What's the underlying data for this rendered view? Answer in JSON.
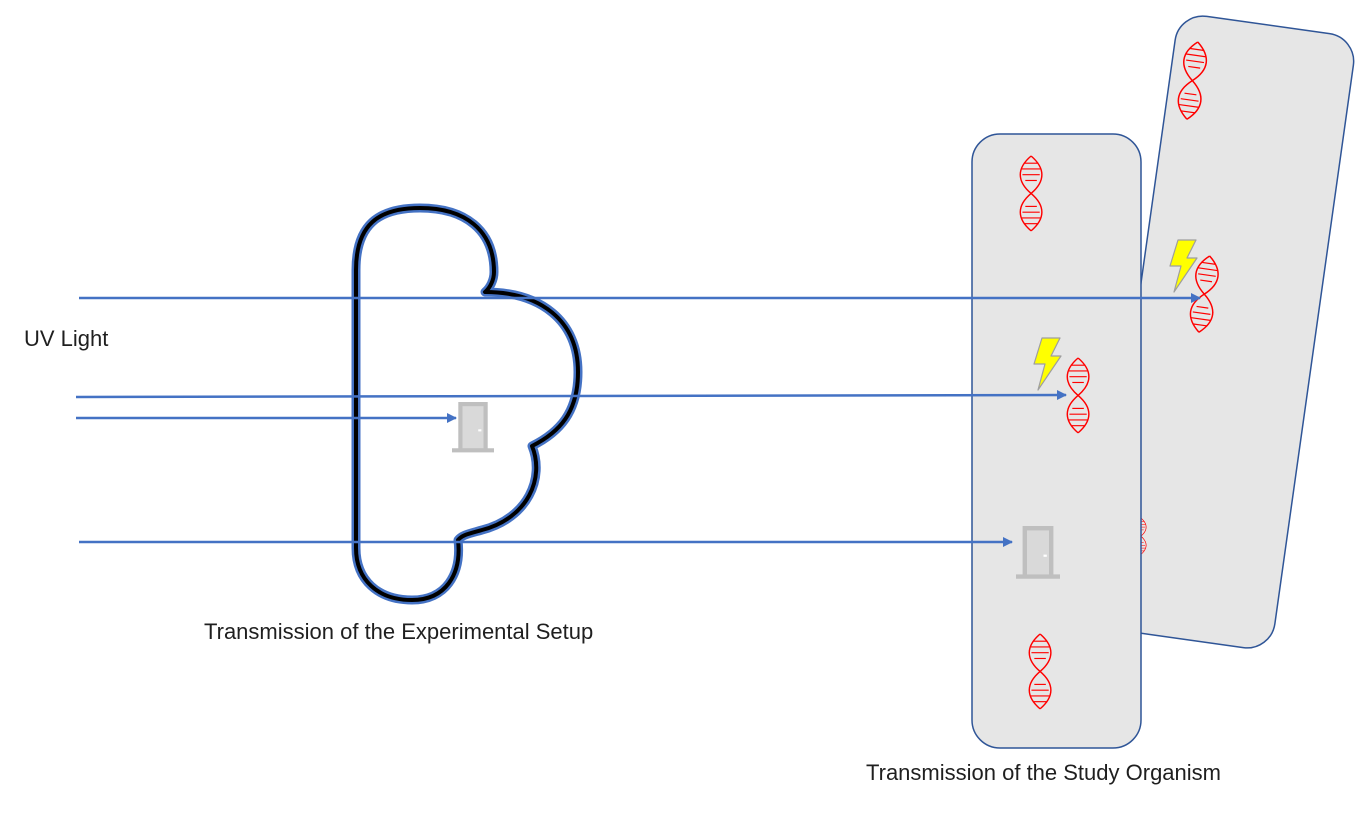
{
  "labels": {
    "uv_light": "UV Light",
    "setup": "Transmission of the Experimental Setup",
    "organism": "Transmission of the Study Organism"
  },
  "colors": {
    "ray": "#4472C4",
    "panel_fill": "#E6E6E6",
    "panel_stroke": "#2F5597",
    "dna": "#FF0000",
    "lightning": "#FFFF00",
    "door": "#BFBFBF",
    "cloud_outer": "#4472C4",
    "cloud_inner": "#000000"
  },
  "icons": [
    "dna-icon",
    "lightning-icon",
    "door-icon",
    "cloud-shape",
    "arrow"
  ]
}
